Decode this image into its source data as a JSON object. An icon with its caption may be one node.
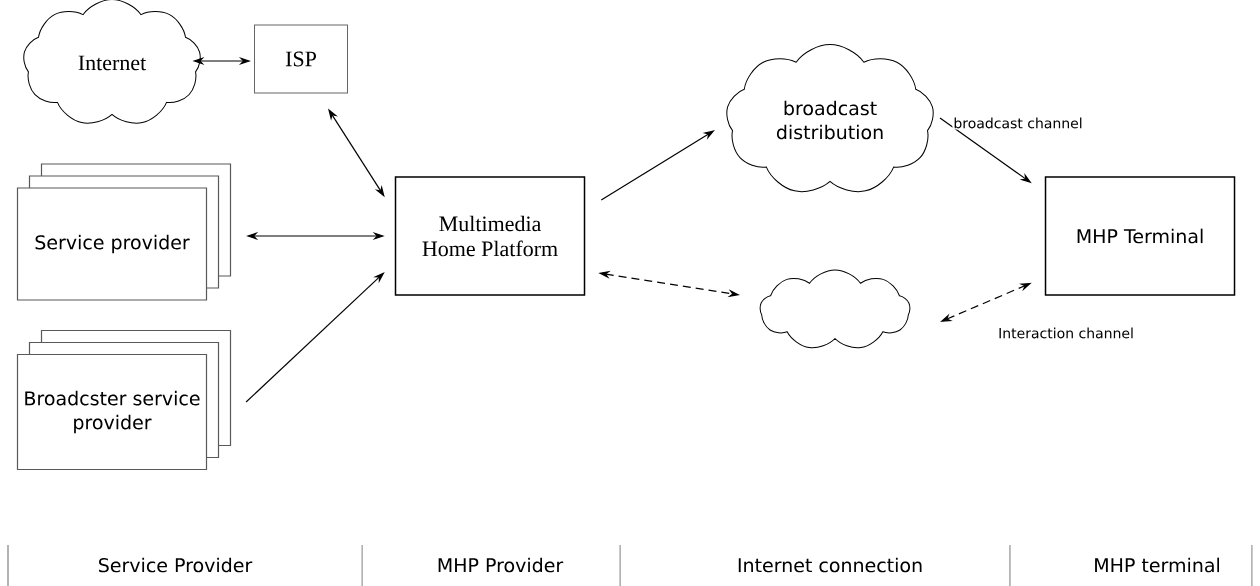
{
  "diagram": {
    "nodes": [
      {
        "text": [
          "Internet"
        ]
      },
      {
        "text": [
          "ISP"
        ]
      },
      {
        "text": [
          "Service provider"
        ]
      },
      {
        "text": [
          "Broadcster service provider"
        ]
      },
      {
        "text": [
          "Multimedia Home Platform"
        ]
      },
      {
        "text": [
          "broadcast distribution"
        ]
      },
      {
        "text": [],
        "shape": "cloud"
      },
      {
        "text": [
          "MHP Terminal"
        ]
      }
    ],
    "edges": [
      {
        "from": 0,
        "to": 1,
        "arrow": "both"
      },
      {
        "from": 1,
        "to": 4,
        "arrow": "both"
      },
      {
        "from": 2,
        "to": 4,
        "arrow": "both"
      },
      {
        "from": 3,
        "to": 4,
        "arrow": "to"
      },
      {
        "from": 4,
        "to": 5,
        "arrow": "to"
      },
      {
        "from": 5,
        "to": 7,
        "arrow": "to",
        "label": "broadcast channel"
      },
      {
        "from": 4,
        "to": 6,
        "arrow": "both",
        "style": "dashed"
      },
      {
        "from": 6,
        "to": 7,
        "arrow": "both",
        "style": "dashed",
        "label": "Interaction channel"
      }
    ],
    "labels": [
      "Service Provider",
      "MHP Provider",
      "Internet connection",
      "MHP terminal"
    ]
  }
}
